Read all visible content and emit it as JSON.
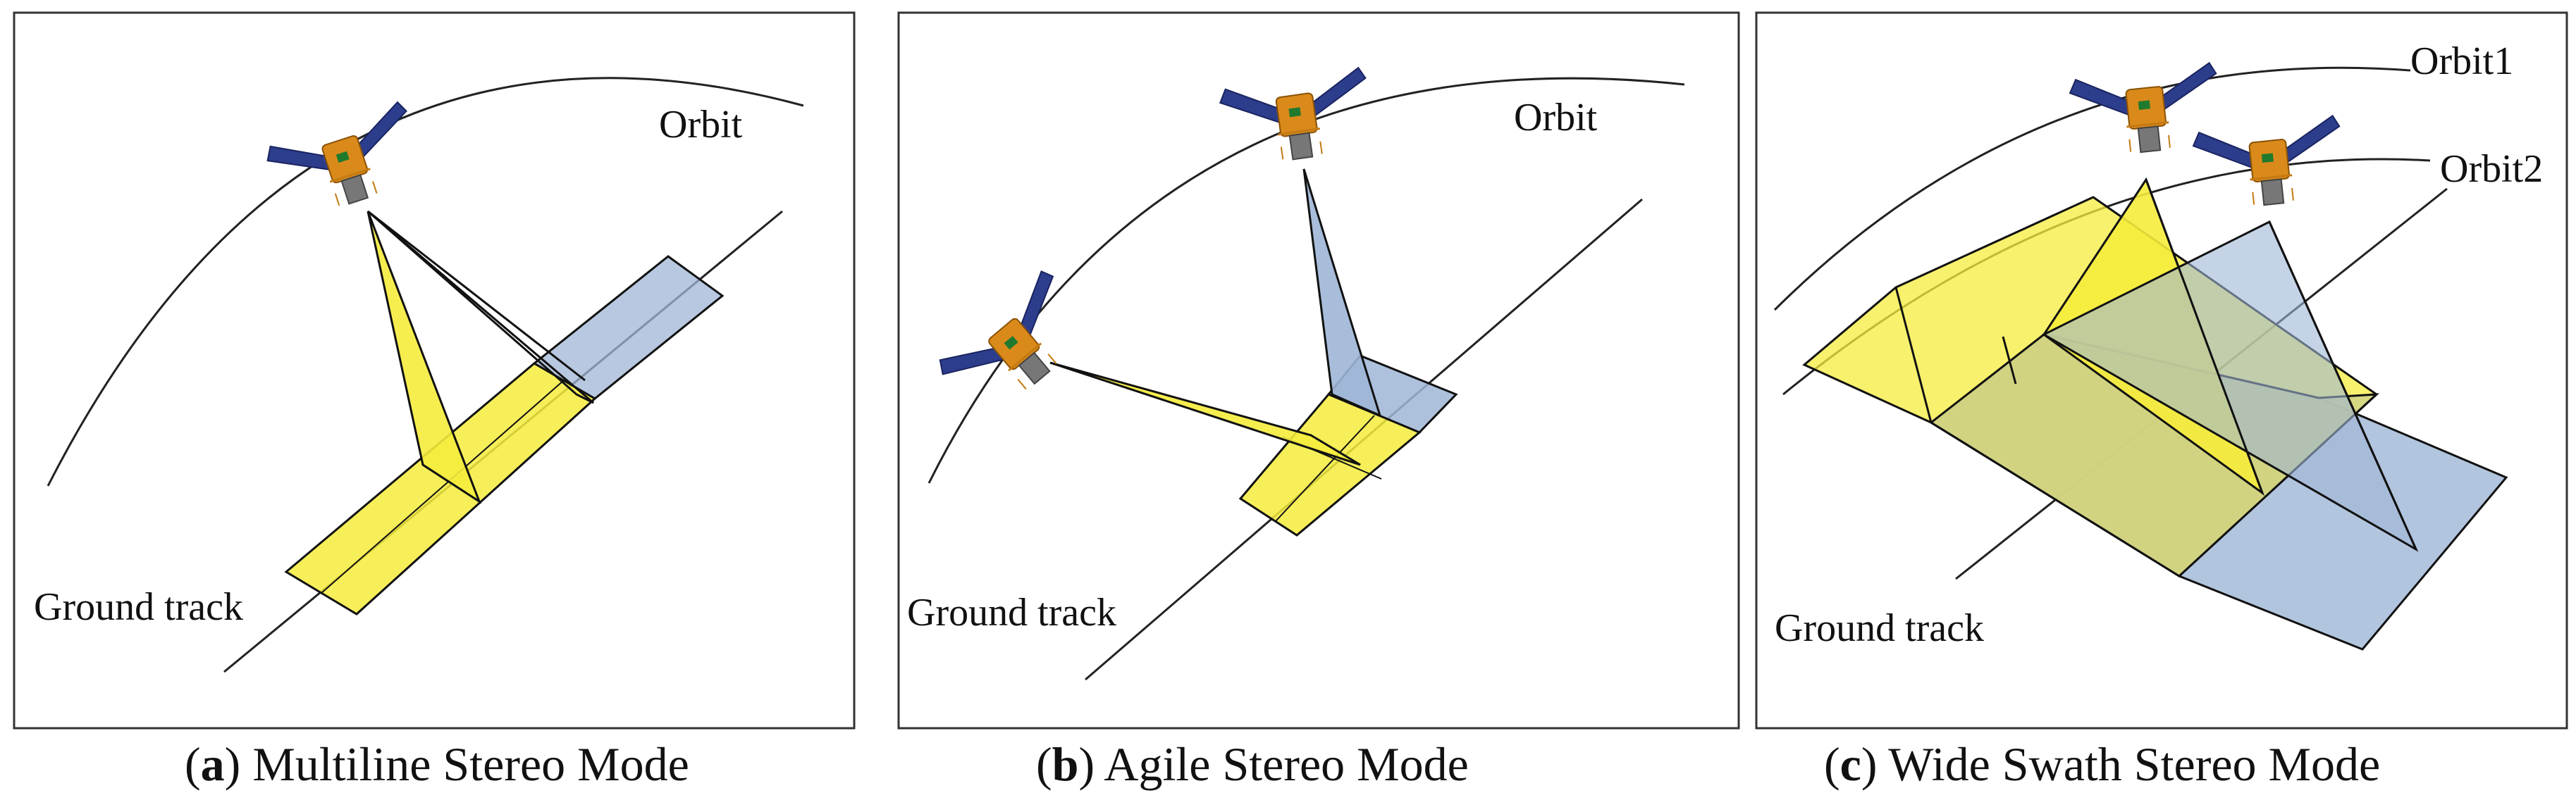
{
  "panels": [
    {
      "letter": "a",
      "caption": "Multiline Stereo Mode",
      "orbit_label": "Orbit",
      "ground_label": "Ground track"
    },
    {
      "letter": "b",
      "caption": "Agile Stereo Mode",
      "orbit_label": "Orbit",
      "ground_label": "Ground track"
    },
    {
      "letter": "c",
      "caption": "Wide Swath Stereo Mode",
      "orbit1_label": "Orbit1",
      "orbit2_label": "Orbit2",
      "ground_label": "Ground track"
    }
  ],
  "colors": {
    "yellow_fill": "#f5ec3c",
    "blue_fill": "#9fb6d6",
    "satellite_body": "#d98a1a",
    "solar_panel": "#2c3d8c",
    "frame": "#333333"
  }
}
